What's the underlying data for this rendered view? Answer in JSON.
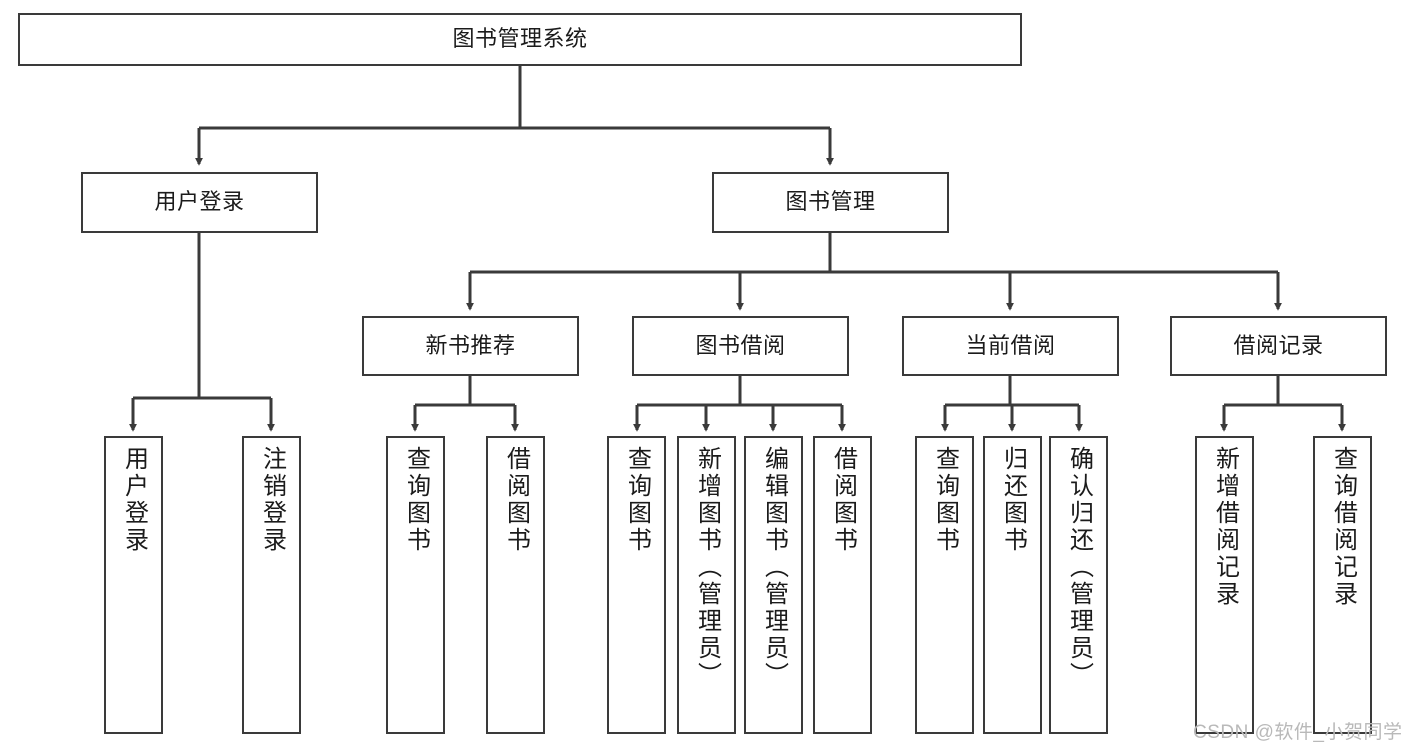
{
  "diagram": {
    "title": "图书管理系统",
    "orientation": "top-down-tree",
    "colors": {
      "box_border": "#3a3a3a",
      "box_fill": "#ffffff",
      "connector": "#3a3a3a",
      "text": "#1b1b1b",
      "watermark": "#b9b9b9",
      "background": "#ffffff"
    },
    "nodes": {
      "root": {
        "label": "图书管理系统",
        "level": 1
      },
      "l2": [
        {
          "id": "user-login",
          "label": "用户登录",
          "level": 2
        },
        {
          "id": "book-manage",
          "label": "图书管理",
          "level": 2
        }
      ],
      "l3": [
        {
          "id": "new-book-recommend",
          "label": "新书推荐",
          "level": 3
        },
        {
          "id": "book-borrow",
          "label": "图书借阅",
          "level": 3
        },
        {
          "id": "current-borrow",
          "label": "当前借阅",
          "level": 3
        },
        {
          "id": "borrow-record",
          "label": "借阅记录",
          "level": 3
        }
      ],
      "leaves": [
        {
          "id": "leaf-user-login",
          "label": "用户登录",
          "parent": "user-login"
        },
        {
          "id": "leaf-logout-login",
          "label": "注销登录",
          "parent": "user-login"
        },
        {
          "id": "leaf-query-book-1",
          "label": "查询图书",
          "parent": "new-book-recommend"
        },
        {
          "id": "leaf-borrow-book-1",
          "label": "借阅图书",
          "parent": "new-book-recommend"
        },
        {
          "id": "leaf-query-book-2",
          "label": "查询图书",
          "parent": "book-borrow"
        },
        {
          "id": "leaf-add-book",
          "label": "新增图书（管理员）",
          "parent": "book-borrow"
        },
        {
          "id": "leaf-edit-book",
          "label": "编辑图书（管理员）",
          "parent": "book-borrow"
        },
        {
          "id": "leaf-borrow-book-2",
          "label": "借阅图书",
          "parent": "book-borrow"
        },
        {
          "id": "leaf-query-book-3",
          "label": "查询图书",
          "parent": "current-borrow"
        },
        {
          "id": "leaf-return-book",
          "label": "归还图书",
          "parent": "current-borrow"
        },
        {
          "id": "leaf-confirm-return",
          "label": "确认归还（管理员）",
          "parent": "current-borrow"
        },
        {
          "id": "leaf-add-record",
          "label": "新增借阅记录",
          "parent": "borrow-record"
        },
        {
          "id": "leaf-query-record",
          "label": "查询借阅记录",
          "parent": "borrow-record"
        }
      ]
    }
  },
  "watermark": {
    "text": "CSDN @软件_小贺同学"
  }
}
